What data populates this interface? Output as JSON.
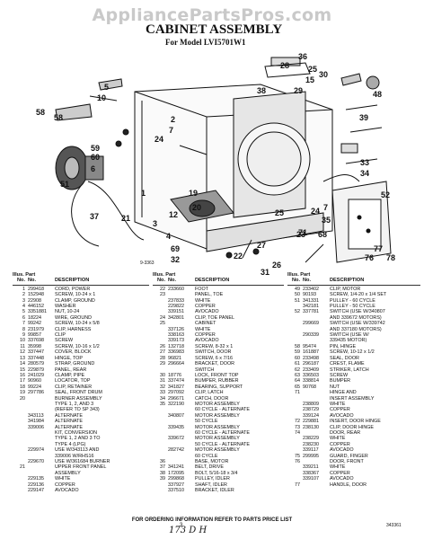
{
  "watermark": "AppliancePartsPros.com",
  "header": {
    "title": "CABINET ASSEMBLY",
    "subtitle": "For Model LVI5701W1"
  },
  "callouts": [
    "36",
    "28",
    "25",
    "15",
    "38",
    "29",
    "30",
    "5",
    "10",
    "59",
    "60",
    "6",
    "51",
    "1",
    "21",
    "58",
    "2",
    "7",
    "24",
    "19",
    "20",
    "12",
    "3",
    "4",
    "37",
    "23",
    "27",
    "22",
    "26",
    "31",
    "7",
    "77",
    "78",
    "76",
    "24",
    "48",
    "39",
    "58",
    "33",
    "34",
    "52",
    "25",
    "69",
    "32",
    "68",
    "71",
    "35"
  ],
  "small_code": "9-3363",
  "table_header": {
    "illus_part": "Illus. Part",
    "no": "No.",
    "part_no": "No.",
    "description": "DESCRIPTION"
  },
  "parts_a": [
    {
      "no": "1",
      "part": "299418",
      "desc": "CORD, POWER"
    },
    {
      "no": "2",
      "part": "152948",
      "desc": "SCREW, 10-24 x 1"
    },
    {
      "no": "3",
      "part": "22908",
      "desc": "CLAMP, GROUND"
    },
    {
      "no": "4",
      "part": "446152",
      "desc": "WASHER"
    },
    {
      "no": "5",
      "part": "3351881",
      "desc": "NUT, 10-24"
    },
    {
      "no": "6",
      "part": "18224",
      "desc": "WIRE, GROUND"
    },
    {
      "no": "7",
      "part": "99242",
      "desc": "SCREW, 10-24 x 5/8"
    },
    {
      "no": "8",
      "part": "231979",
      "desc": "CLIP, HARNESS"
    },
    {
      "no": "9",
      "part": "99857",
      "desc": "CLIP"
    },
    {
      "no": "10",
      "part": "337698",
      "desc": "SCREW"
    },
    {
      "no": "11",
      "part": "35998",
      "desc": "SCREW, 10-16 x 1/2"
    },
    {
      "no": "12",
      "part": "337447",
      "desc": "COVER, BLOCK"
    },
    {
      "no": "13",
      "part": "337448",
      "desc": "HINGE, TOP"
    },
    {
      "no": "14",
      "part": "280579",
      "desc": "STRAP, GROUND"
    },
    {
      "no": "15",
      "part": "229879",
      "desc": "PANEL, REAR"
    },
    {
      "no": "16",
      "part": "241029",
      "desc": "CLAMP, PIPE"
    },
    {
      "no": "17",
      "part": "90960",
      "desc": "LOCATOR, TOP"
    },
    {
      "no": "18",
      "part": "99224",
      "desc": "CLIP, RETAINER"
    },
    {
      "no": "19",
      "part": "297786",
      "desc": "SEAL, FRONT DRUM"
    },
    {
      "no": "20",
      "part": "",
      "desc": "BURNER ASSEMBLY"
    },
    {
      "no": "",
      "part": "",
      "desc": "TYPE 1, 2, AND 3"
    },
    {
      "no": "",
      "part": "",
      "desc": "(REFER TO SP 343)"
    },
    {
      "no": "",
      "part": "343113",
      "desc": "ALTERNATE"
    },
    {
      "no": "",
      "part": "341984",
      "desc": "ALTERNATE"
    },
    {
      "no": "",
      "part": "339006",
      "desc": "ALTERNATE"
    },
    {
      "no": "",
      "part": "",
      "desc": "KIT, CONVERSION"
    },
    {
      "no": "",
      "part": "",
      "desc": "TYPE 1, 2 AND 3 TO"
    },
    {
      "no": "",
      "part": "",
      "desc": "TYPE 4 (LPG)"
    },
    {
      "no": "",
      "part": "229974",
      "desc": "USE W/343113 AND"
    },
    {
      "no": "",
      "part": "",
      "desc": "339006 W/RHS16"
    },
    {
      "no": "",
      "part": "229670",
      "desc": "USE W/361684 BURNER"
    },
    {
      "no": "21",
      "part": "",
      "desc": "UPPER FRONT PANEL"
    },
    {
      "no": "",
      "part": "",
      "desc": "ASSEMBLY"
    },
    {
      "no": "",
      "part": "229135",
      "desc": "WHITE"
    },
    {
      "no": "",
      "part": "229136",
      "desc": "COPPER"
    },
    {
      "no": "",
      "part": "229147",
      "desc": "AVOCADO"
    }
  ],
  "parts_b": [
    {
      "no": "22",
      "part": "233660",
      "desc": "FOOT"
    },
    {
      "no": "23",
      "part": "",
      "desc": "PANEL, TOE"
    },
    {
      "no": "",
      "part": "237833",
      "desc": "WHITE"
    },
    {
      "no": "",
      "part": "229822",
      "desc": "COPPER"
    },
    {
      "no": "",
      "part": "339151",
      "desc": "AVOCADO"
    },
    {
      "no": "24",
      "part": "342801",
      "desc": "CLIP, TOE PANEL"
    },
    {
      "no": "25",
      "part": "",
      "desc": "CABINET"
    },
    {
      "no": "",
      "part": "337126",
      "desc": "WHITE"
    },
    {
      "no": "",
      "part": "338163",
      "desc": "COPPER"
    },
    {
      "no": "",
      "part": "339173",
      "desc": "AVOCADO"
    },
    {
      "no": "26",
      "part": "132718",
      "desc": "SCREW, 8-32 x 1"
    },
    {
      "no": "27",
      "part": "336983",
      "desc": "SWITCH, DOOR"
    },
    {
      "no": "28",
      "part": "96821",
      "desc": "SCREW, 6 x 7/16"
    },
    {
      "no": "29",
      "part": "296664",
      "desc": "BRACKET, DOOR"
    },
    {
      "no": "",
      "part": "",
      "desc": "SWITCH"
    },
    {
      "no": "30",
      "part": "18776",
      "desc": "LOCK, FRONT TOP"
    },
    {
      "no": "31",
      "part": "337474",
      "desc": "BUMPER, RUBBER"
    },
    {
      "no": "32",
      "part": "341827",
      "desc": "BEARING, SUPPORT"
    },
    {
      "no": "33",
      "part": "297092",
      "desc": "CLIP, LATCH"
    },
    {
      "no": "34",
      "part": "296671",
      "desc": "CATCH, DOOR"
    },
    {
      "no": "35",
      "part": "322190",
      "desc": "MOTOR ASSEMBLY"
    },
    {
      "no": "",
      "part": "",
      "desc": "60 CYCLE - ALTERNATE"
    },
    {
      "no": "",
      "part": "340807",
      "desc": "MOTOR ASSEMBLY"
    },
    {
      "no": "",
      "part": "",
      "desc": "50 CYCLE"
    },
    {
      "no": "",
      "part": "339435",
      "desc": "MOTOR ASSEMBLY"
    },
    {
      "no": "",
      "part": "",
      "desc": "60 CYCLE - ALTERNATE"
    },
    {
      "no": "",
      "part": "339672",
      "desc": "MOTOR ASSEMBLY"
    },
    {
      "no": "",
      "part": "",
      "desc": "50 CYCLE - ALTERNATE"
    },
    {
      "no": "",
      "part": "282742",
      "desc": "MOTOR ASSEMBLY"
    },
    {
      "no": "",
      "part": "",
      "desc": "60 CYCLE"
    },
    {
      "no": "36",
      "part": "",
      "desc": "BASE, MOTOR"
    },
    {
      "no": "37",
      "part": "341241",
      "desc": "BELT, DRIVE"
    },
    {
      "no": "38",
      "part": "172095",
      "desc": "BOLT, 5/16-18 x 3/4"
    },
    {
      "no": "39",
      "part": "299868",
      "desc": "PULLEY, IDLER"
    },
    {
      "no": "",
      "part": "337927",
      "desc": "SHAFT, IDLER"
    },
    {
      "no": "",
      "part": "337510",
      "desc": "BRACKET, IDLER"
    }
  ],
  "parts_c": [
    {
      "no": "49",
      "part": "233402",
      "desc": "CLIP, MOTOR"
    },
    {
      "no": "50",
      "part": "90193",
      "desc": "SCREW, 1/4-20 x 1/4 SET"
    },
    {
      "no": "51",
      "part": "341331",
      "desc": "PULLEY - 60 CYCLE"
    },
    {
      "no": "",
      "part": "342181",
      "desc": "PULLEY - 50 CYCLE"
    },
    {
      "no": "52",
      "part": "337781",
      "desc": "SWITCH (USE W/340807"
    },
    {
      "no": "",
      "part": "",
      "desc": "AND 339672 MOTORS)"
    },
    {
      "no": "",
      "part": "299669",
      "desc": "SWITCH (USE W/339742"
    },
    {
      "no": "",
      "part": "",
      "desc": "AND 337180 MOTORS)"
    },
    {
      "no": "",
      "part": "290339",
      "desc": "SWITCH (USE W/"
    },
    {
      "no": "",
      "part": "",
      "desc": "339435 MOTOR)"
    },
    {
      "no": "58",
      "part": "95474",
      "desc": "PIN, HINGE"
    },
    {
      "no": "59",
      "part": "161887",
      "desc": "SCREW, 10-12 x 1/2"
    },
    {
      "no": "60",
      "part": "233498",
      "desc": "SEAL, DOOR"
    },
    {
      "no": "61",
      "part": "296187",
      "desc": "CREST, FLAME"
    },
    {
      "no": "62",
      "part": "233409",
      "desc": "STRIKER, LATCH"
    },
    {
      "no": "63",
      "part": "336503",
      "desc": "SCREW"
    },
    {
      "no": "64",
      "part": "338814",
      "desc": "BUMPER"
    },
    {
      "no": "65",
      "part": "90768",
      "desc": "NUT"
    },
    {
      "no": "71",
      "part": "",
      "desc": "HINGE AND"
    },
    {
      "no": "",
      "part": "",
      "desc": "INSERT ASSEMBLY"
    },
    {
      "no": "",
      "part": "238809",
      "desc": "WHITE"
    },
    {
      "no": "",
      "part": "238729",
      "desc": "COPPER"
    },
    {
      "no": "",
      "part": "339124",
      "desc": "AVOCADO"
    },
    {
      "no": "72",
      "part": "229881",
      "desc": "INSERT, DOOR HINGE"
    },
    {
      "no": "73",
      "part": "238130",
      "desc": "CLIP, DOOR HINGE"
    },
    {
      "no": "74",
      "part": "",
      "desc": "DOOR, REAR"
    },
    {
      "no": "",
      "part": "238229",
      "desc": "WHITE"
    },
    {
      "no": "",
      "part": "238230",
      "desc": "COPPER"
    },
    {
      "no": "",
      "part": "339117",
      "desc": "AVOCADO"
    },
    {
      "no": "75",
      "part": "299995",
      "desc": "GUARD, FINGER"
    },
    {
      "no": "76",
      "part": "",
      "desc": "DOOR, FRONT"
    },
    {
      "no": "",
      "part": "339211",
      "desc": "WHITE"
    },
    {
      "no": "",
      "part": "338367",
      "desc": "COPPER"
    },
    {
      "no": "",
      "part": "339107",
      "desc": "AVOCADO"
    },
    {
      "no": "77",
      "part": "",
      "desc": "HANDLE, DOOR"
    }
  ],
  "footer": "FOR ORDERING INFORMATION REFER TO PARTS PRICE LIST",
  "page_number": "3",
  "doc_number": "343361",
  "handwriting": "173 D H"
}
